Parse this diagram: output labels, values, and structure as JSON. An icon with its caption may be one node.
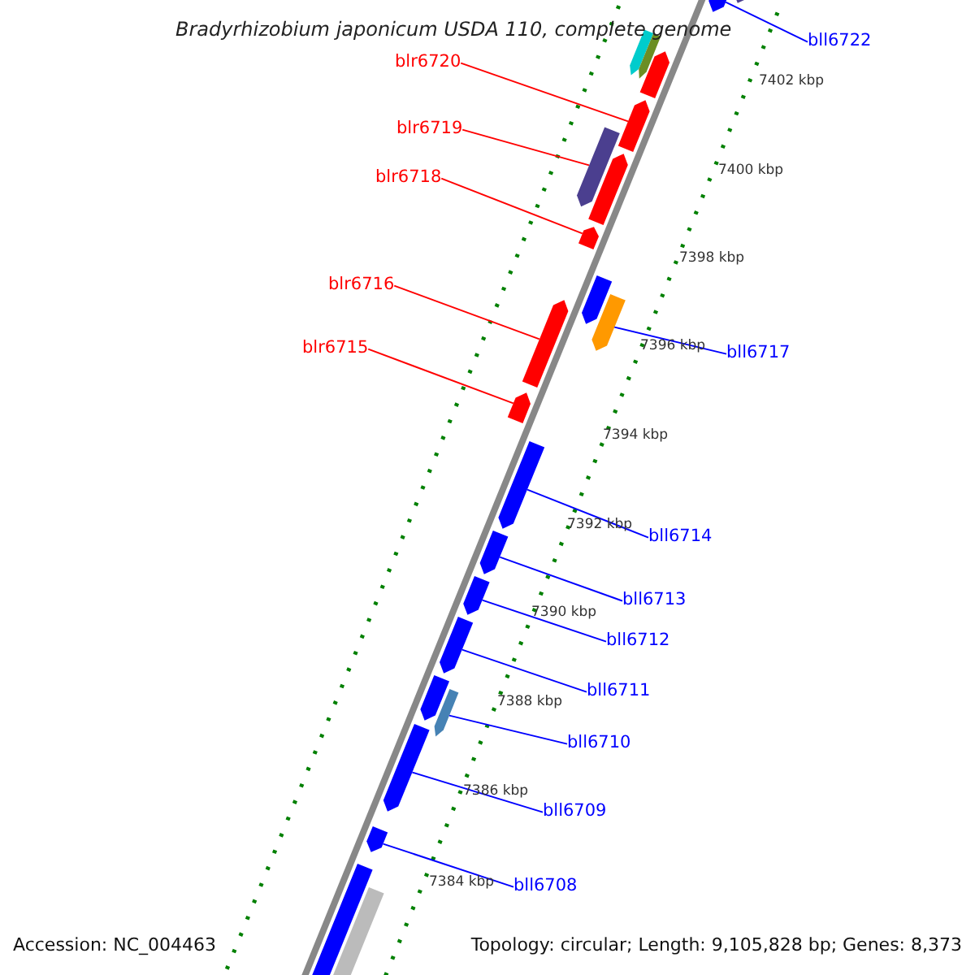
{
  "diagram": {
    "title": "Bradyrhizobium japonicum USDA 110, complete genome",
    "nodes": [
      {
        "text": [
          "bll6722"
        ]
      },
      {
        "text": [],
        "shape": "bar"
      },
      {
        "text": [
          "blr6720"
        ]
      },
      {
        "text": [],
        "shape": "bar"
      },
      {
        "text": [
          "blr6719"
        ]
      },
      {
        "text": [],
        "shape": "bar"
      },
      {
        "text": [
          "blr6718"
        ]
      },
      {
        "text": [],
        "shape": "bar"
      },
      {
        "text": [
          "blr6716"
        ]
      },
      {
        "text": [],
        "shape": "bar"
      },
      {
        "text": [
          "bll6717"
        ]
      },
      {
        "text": [],
        "shape": "bar"
      },
      {
        "text": [
          "blr6715"
        ]
      },
      {
        "text": [],
        "shape": "bar"
      },
      {
        "text": [
          "bll6714"
        ]
      },
      {
        "text": [],
        "shape": "bar"
      },
      {
        "text": [
          "bll6713"
        ]
      },
      {
        "text": [],
        "shape": "bar"
      },
      {
        "text": [
          "bll6712"
        ]
      },
      {
        "text": [],
        "shape": "bar"
      },
      {
        "text": [
          "bll6711"
        ]
      },
      {
        "text": [],
        "shape": "bar"
      },
      {
        "text": [
          "bll6710"
        ]
      },
      {
        "text": [],
        "shape": "bar"
      },
      {
        "text": [
          "bll6709"
        ]
      },
      {
        "text": [],
        "shape": "bar"
      },
      {
        "text": [
          "bll6708"
        ]
      },
      {
        "text": [],
        "shape": "bar"
      },
      {
        "text": [],
        "shape": "bar"
      },
      {
        "text": [],
        "shape": "bar"
      },
      {
        "text": [],
        "shape": "bar"
      },
      {
        "text": [],
        "shape": "bar"
      },
      {
        "text": [],
        "shape": "bar"
      },
      {
        "text": [],
        "shape": "bar"
      },
      {
        "text": [],
        "shape": "bar"
      },
      {
        "text": [],
        "shape": "bar"
      },
      {
        "text": [],
        "shape": "bar"
      }
    ],
    "edges": [
      {
        "from": 0,
        "to": 1,
        "arrow": "none"
      },
      {
        "from": 2,
        "to": 3,
        "arrow": "none",
        "color": "#ff0000"
      },
      {
        "from": 4,
        "to": 5,
        "arrow": "none",
        "color": "#ff0000"
      },
      {
        "from": 6,
        "to": 7,
        "arrow": "none",
        "color": "#ff0000"
      },
      {
        "from": 8,
        "to": 9,
        "arrow": "none",
        "color": "#ff0000"
      },
      {
        "from": 10,
        "to": 11,
        "arrow": "none"
      },
      {
        "from": 12,
        "to": 13,
        "arrow": "none",
        "color": "#ff0000"
      },
      {
        "from": 14,
        "to": 15,
        "arrow": "none"
      },
      {
        "from": 16,
        "to": 17,
        "arrow": "none"
      },
      {
        "from": 18,
        "to": 19,
        "arrow": "none"
      },
      {
        "from": 20,
        "to": 21,
        "arrow": "none"
      },
      {
        "from": 22,
        "to": 23,
        "arrow": "none"
      },
      {
        "from": 24,
        "to": 25,
        "arrow": "none"
      },
      {
        "from": 26,
        "to": 27,
        "arrow": "none"
      }
    ],
    "labels": [
      "7402 kbp",
      "7400 kbp",
      "7398 kbp",
      "7396 kbp",
      "7394 kbp",
      "7392 kbp",
      "7390 kbp",
      "7388 kbp",
      "7386 kbp",
      "7384 kbp",
      "Accession: NC_004463",
      "Topology: circular; Length: 9,105,828 bp; Genes: 8,373"
    ]
  }
}
